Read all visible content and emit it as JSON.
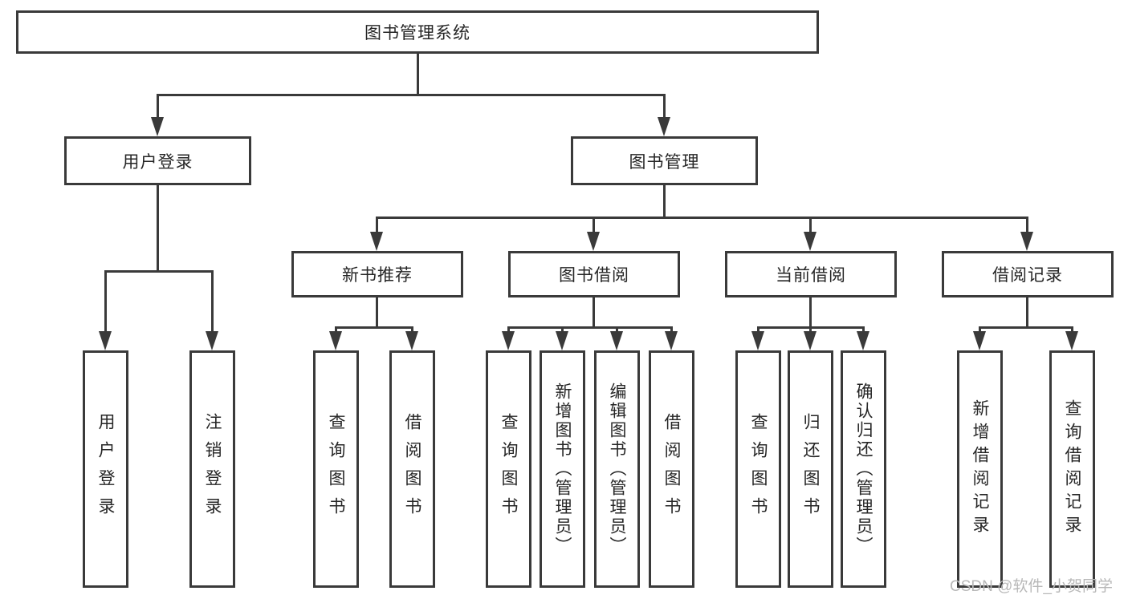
{
  "diagram_title": "图书管理系统",
  "root": {
    "label": "图书管理系统"
  },
  "branches": {
    "user_login": {
      "label": "用户登录",
      "children": [
        "用户登录",
        "注销登录"
      ]
    },
    "book_management": {
      "label": "图书管理"
    }
  },
  "modules": [
    {
      "label": "新书推荐",
      "children": [
        "查询图书",
        "借阅图书"
      ]
    },
    {
      "label": "图书借阅",
      "children": [
        "查询图书",
        "新增图书（管理员）",
        "编辑图书（管理员）",
        "借阅图书"
      ]
    },
    {
      "label": "当前借阅",
      "children": [
        "查询图书",
        "归还图书",
        "确认归还（管理员）"
      ]
    },
    {
      "label": "借阅记录",
      "children": [
        "新增借阅记录",
        "查询借阅记录"
      ]
    }
  ],
  "watermark": {
    "text": "CSDN @软件_小贺同学"
  },
  "colors": {
    "line": "#3a3a3a",
    "text": "#262626",
    "watermark": "#b8b8b8",
    "background": "#ffffff"
  }
}
